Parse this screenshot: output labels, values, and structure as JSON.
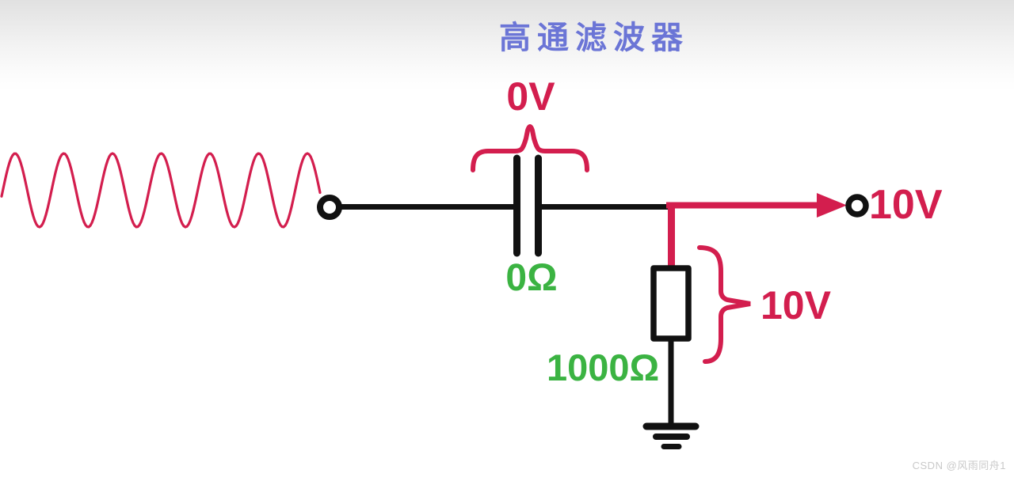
{
  "title": "高通滤波器",
  "labels": {
    "capacitor_voltage": "0V",
    "capacitor_impedance": "0Ω",
    "resistor_value": "1000Ω",
    "resistor_voltage": "10V",
    "output_voltage": "10V"
  },
  "watermark": "CSDN @风雨同舟1",
  "colors": {
    "title": "#6b75d6",
    "signal_red": "#d31e4e",
    "component_green": "#3bb342",
    "wire_black": "#111111",
    "watermark_gray": "#c9c9c9"
  },
  "diagram": {
    "type": "circuit",
    "description": "high-pass RC filter: sine input, series capacitor (0V drop, 0Ω), shunt resistor 1000Ω to ground (10V drop), output 10V"
  }
}
